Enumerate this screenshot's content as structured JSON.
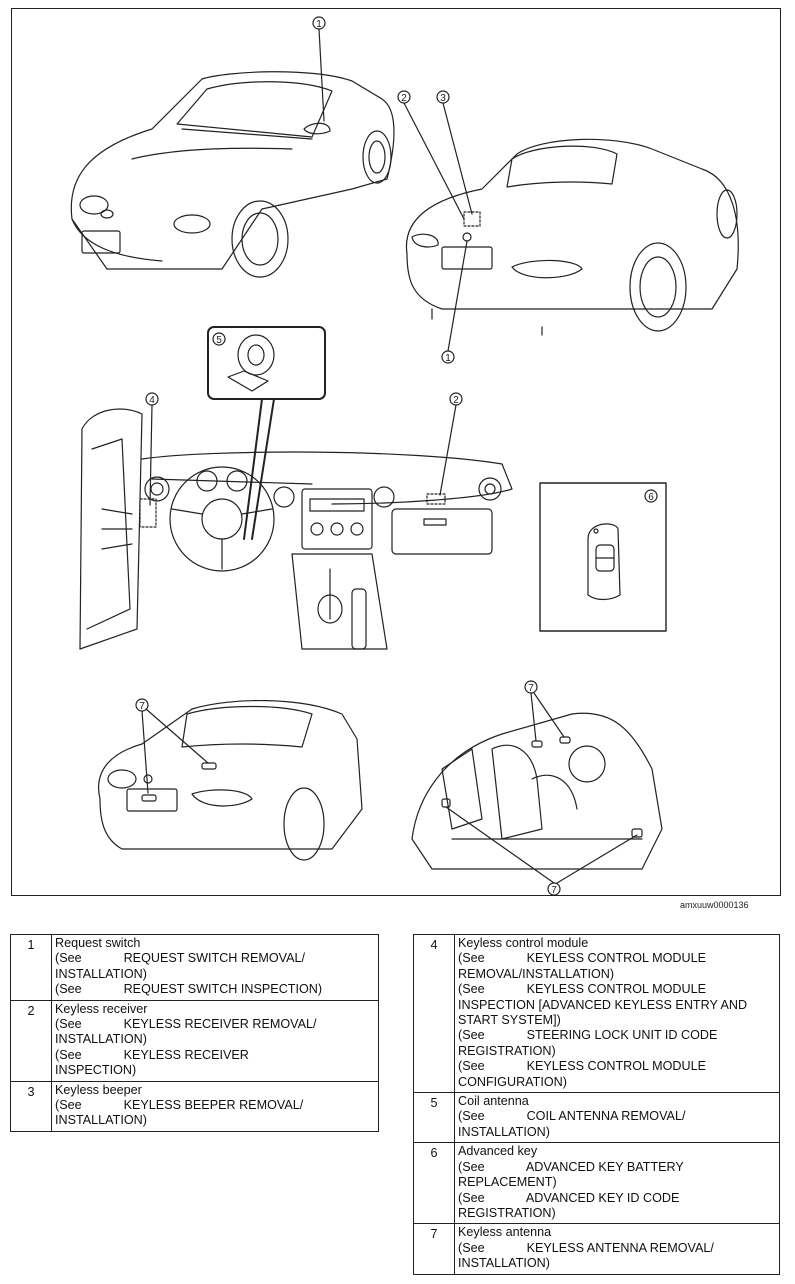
{
  "figure": {
    "id_code": "amxuuw0000136",
    "callouts": [
      "1",
      "2",
      "3",
      "1",
      "5",
      "4",
      "2",
      "6",
      "7",
      "7",
      "7"
    ]
  },
  "left_table": [
    {
      "num": "1",
      "name": "Request switch",
      "lines": [
        "(See            REQUEST SWITCH REMOVAL/",
        "INSTALLATION)",
        "(See            REQUEST SWITCH INSPECTION)"
      ]
    },
    {
      "num": "2",
      "name": "Keyless receiver",
      "lines": [
        "(See            KEYLESS RECEIVER REMOVAL/",
        "INSTALLATION)",
        "(See            KEYLESS RECEIVER",
        "INSPECTION)"
      ]
    },
    {
      "num": "3",
      "name": "Keyless beeper",
      "lines": [
        "(See            KEYLESS BEEPER REMOVAL/",
        "INSTALLATION)"
      ]
    }
  ],
  "right_table": [
    {
      "num": "4",
      "name": "Keyless control module",
      "lines": [
        "(See            KEYLESS CONTROL MODULE",
        "REMOVAL/INSTALLATION)",
        "(See            KEYLESS CONTROL MODULE",
        "INSPECTION [ADVANCED KEYLESS ENTRY AND",
        "START SYSTEM])",
        "(See            STEERING LOCK UNIT ID CODE",
        "REGISTRATION)",
        "(See            KEYLESS CONTROL MODULE",
        "CONFIGURATION)"
      ]
    },
    {
      "num": "5",
      "name": "Coil antenna",
      "lines": [
        "(See            COIL ANTENNA REMOVAL/",
        "INSTALLATION)"
      ]
    },
    {
      "num": "6",
      "name": "Advanced key",
      "lines": [
        "(See            ADVANCED KEY BATTERY",
        "REPLACEMENT)",
        "(See            ADVANCED KEY ID CODE",
        "REGISTRATION)"
      ]
    },
    {
      "num": "7",
      "name": "Keyless antenna",
      "lines": [
        "(See            KEYLESS ANTENNA REMOVAL/",
        "INSTALLATION)"
      ]
    }
  ]
}
